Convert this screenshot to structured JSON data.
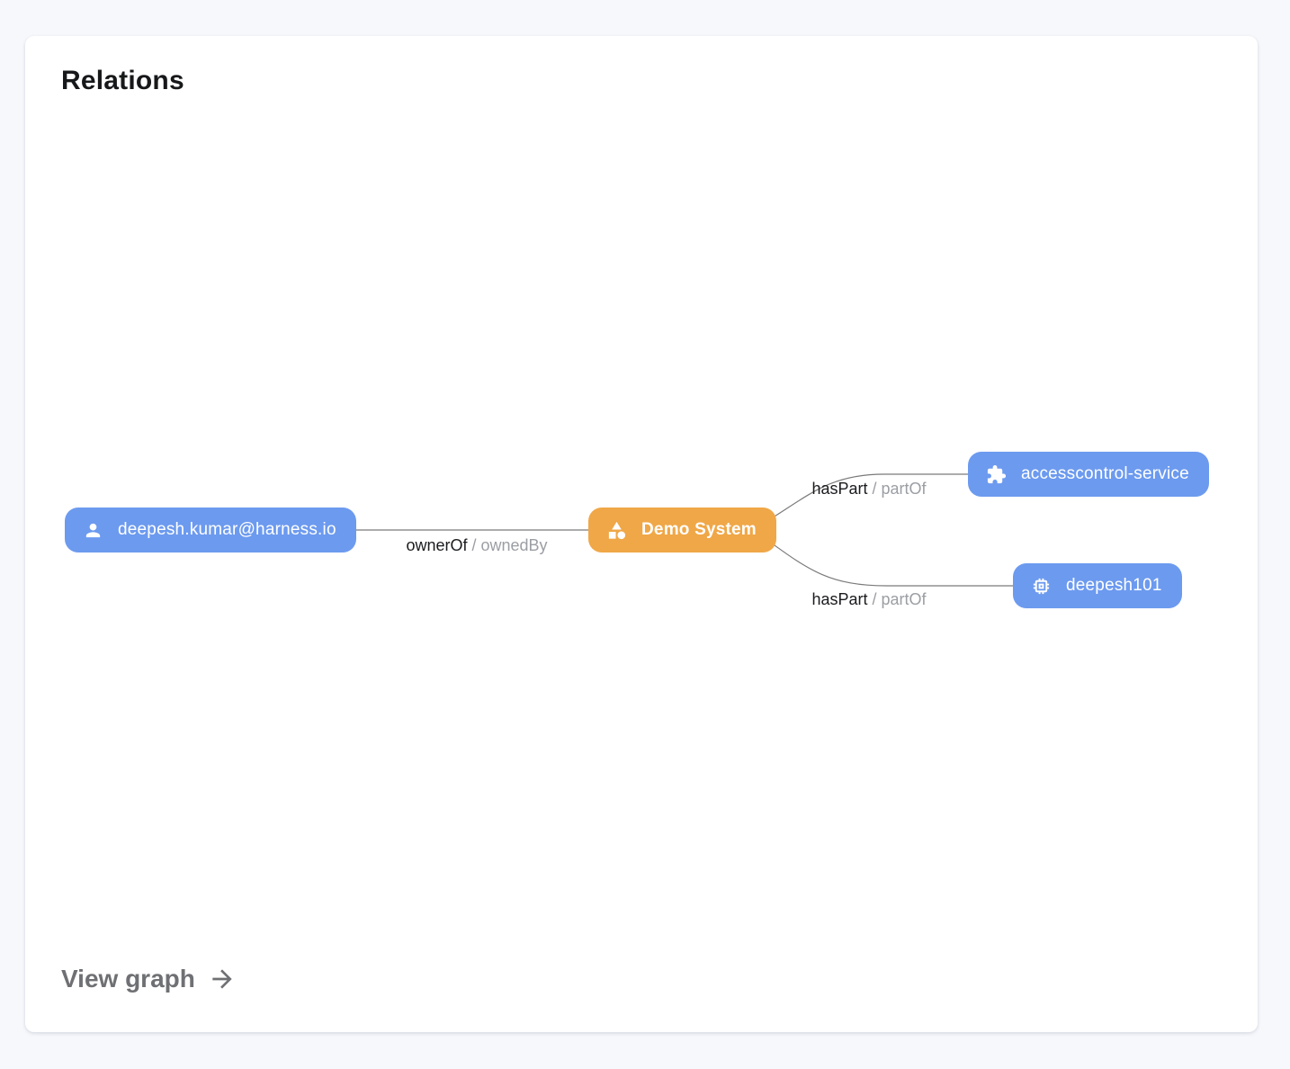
{
  "card": {
    "title": "Relations",
    "view_graph": {
      "label": "View graph",
      "icon": "arrow-right-icon"
    }
  },
  "colors": {
    "page_bg": "#F6F8FC",
    "card_bg": "#FFFFFF",
    "title_color": "#17181A",
    "node_blue": "#6C9AEF",
    "node_orange": "#F0A747",
    "node_text": "#FFFFFF",
    "edge_line": "#7A7A7A",
    "edge_label_primary": "#1A1B1E",
    "edge_label_secondary": "#9B9EA3",
    "view_graph": "#6F7073"
  },
  "graph": {
    "nodes": [
      {
        "id": "user",
        "label": "deepesh.kumar@harness.io",
        "icon": "person-icon",
        "color": "#6C9AEF"
      },
      {
        "id": "system",
        "label": "Demo System",
        "icon": "category-icon",
        "color": "#F0A747"
      },
      {
        "id": "component",
        "label": "accesscontrol-service",
        "icon": "extension-icon",
        "color": "#6C9AEF"
      },
      {
        "id": "resource",
        "label": "deepesh101",
        "icon": "memory-icon",
        "color": "#6C9AEF"
      }
    ],
    "edges": [
      {
        "from": "user",
        "to": "system",
        "forward": "ownerOf",
        "sep": " / ",
        "reverse": "ownedBy"
      },
      {
        "from": "system",
        "to": "component",
        "forward": "hasPart",
        "sep": " / ",
        "reverse": "partOf"
      },
      {
        "from": "system",
        "to": "resource",
        "forward": "hasPart",
        "sep": " / ",
        "reverse": "partOf"
      }
    ]
  }
}
